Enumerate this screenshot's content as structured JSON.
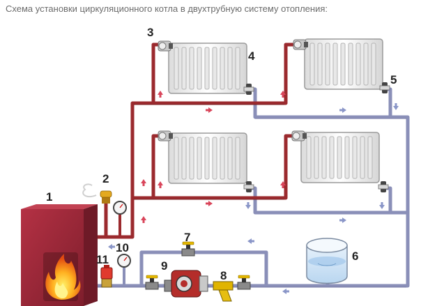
{
  "title": "Схема установки циркуляционного котла в двухтрубную систему отопления:",
  "colors": {
    "supply_pipe": "#9b2a2e",
    "return_pipe": "#8a8fb8",
    "arrow_red": "#d9455a",
    "arrow_blue": "#8a96c8",
    "boiler": "#9b2636",
    "radiator": "#f4f4f4"
  },
  "labels": {
    "n1": "1",
    "n2": "2",
    "n3": "3",
    "n4": "4",
    "n5": "5",
    "n6": "6",
    "n7": "7",
    "n8": "8",
    "n9": "9",
    "n10": "10",
    "n11": "11"
  }
}
